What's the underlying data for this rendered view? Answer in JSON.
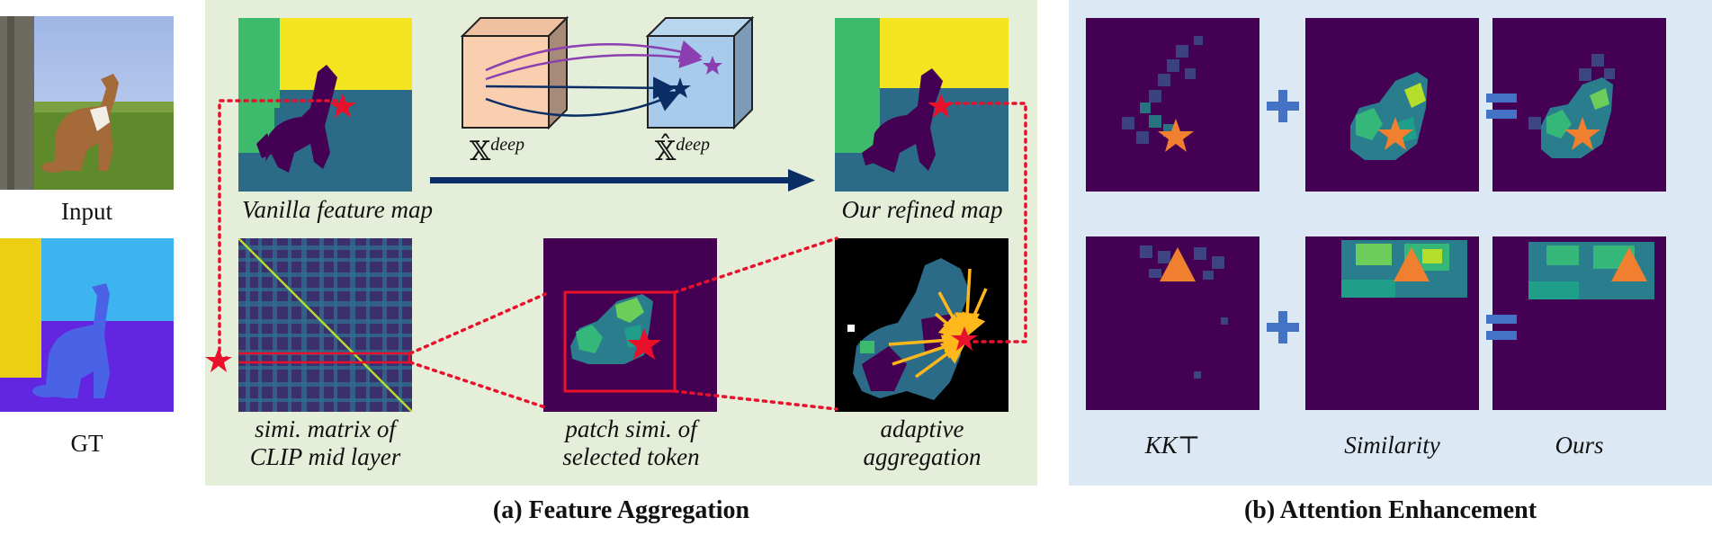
{
  "left_column": {
    "input_label": "Input",
    "gt_label": "GT"
  },
  "panel_a": {
    "title": "(a) Feature Aggregation",
    "vanilla_caption": "Vanilla feature map",
    "refined_caption": "Our refined map",
    "simi_matrix_caption": [
      "simi. matrix of",
      "CLIP mid layer"
    ],
    "patch_simi_caption": [
      "patch simi. of",
      "selected token"
    ],
    "adaptive_caption": [
      "adaptive",
      "aggregation"
    ],
    "cube_left_label": "𝕏",
    "cube_left_sup": "deep",
    "cube_right_label": "𝕏̂",
    "cube_right_sup": "deep"
  },
  "panel_b": {
    "title": "(b) Attention Enhancement",
    "col_labels": [
      "KK⊤",
      "Similarity",
      "Ours"
    ],
    "plus_symbol": "+",
    "equals_symbol": "="
  },
  "colors": {
    "panel_a_bg": "#e4eed9",
    "panel_b_bg": "#dce8f4",
    "viridis_dark": "#440154",
    "seg_teal": "#2c6b87",
    "seg_yellow": "#f5e520",
    "seg_green": "#3dba6c",
    "star_red": "#e8102a",
    "marker_orange": "#f08030",
    "arrow_navy": "#0b2d66",
    "operator_blue": "#4472c4"
  },
  "icons": {
    "star": "star-icon",
    "triangle": "triangle-icon",
    "plus": "plus-icon",
    "equals": "equals-icon"
  }
}
